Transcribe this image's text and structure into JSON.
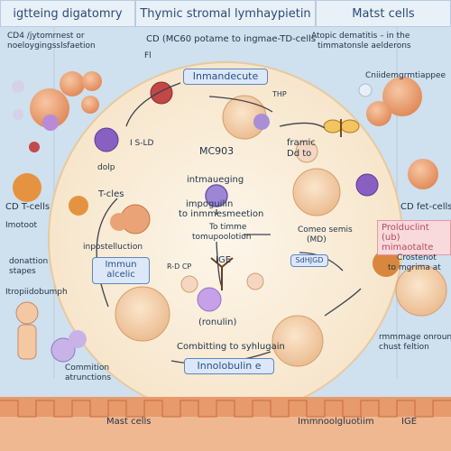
{
  "headers": {
    "left": "igtteing digatomry",
    "center": "Thymic stromal lymhaypietin",
    "right": "Matst cells"
  },
  "left_panel": {
    "top_text_1": "CD4 /jytomrnest or",
    "top_text_2": "noeloygingsslsfaetion",
    "cd_tcells": "CD T-cells",
    "imotoot": "Imotoot",
    "donattion_1": "donattion",
    "donattion_2": "stapes",
    "bottom_text": "Itropiidobumph",
    "commition_1": "Commition",
    "commition_2": "atrunctions"
  },
  "right_panel": {
    "top_text_1": "Atopic dematitis – in the",
    "top_text_2": "timmatonsle aelderons",
    "top_text_3": "Cniidemgrmtiappee",
    "cd_tcells": "CD fet-cells",
    "pink_1": "Prolduclint (ub)",
    "pink_2": "mimaotalte",
    "crostenot_1": "Crostenot",
    "crostenot_2": "to mgrima at",
    "bottom_1": "rmmmage onroun",
    "bottom_2": "chust feltion"
  },
  "center": {
    "cd_line": "CD (MC60 potame to ingmae-TD-cells",
    "f_label": "Fl",
    "immandecute": "Inmandecute",
    "ils_text": "I S-LD",
    "thp": "THP",
    "dolp": "dolp",
    "mc903": "MC903",
    "framic_1": "framic",
    "framic_2": "Dd to",
    "intmaueging": "intmaueging",
    "tcells": "T-cles",
    "impo_1": "impoguilin",
    "impo_2": "to inmmesmeetion",
    "inpos": "inpostelluction",
    "comeo_1": "Comeo semis",
    "comeo_2": "(MD)",
    "to_timme_1": "To timme",
    "to_timme_2": "tomupoolotion",
    "immun_1": "Immun",
    "immun_2": "alcelic",
    "rdcp": "R-D CP",
    "ige_top": "IGE",
    "sdhjgd": "SdHJGD",
    "ronulin": "(ronulin)",
    "combitting": "Combitting to syhlugain",
    "innolobulin": "Innolobulin e",
    "bottom_mast": "Mast cells",
    "bottom_immuno": "Immnoolgluotiim",
    "bottom_ige": "IGE"
  },
  "colors": {
    "background": "#cfe0ee",
    "circle_fill": "#fbf1e1",
    "header_text": "#2b4c74",
    "accent_blue": "#5c86c0",
    "tissue_orange": "#e79a6b",
    "pink_label": "#b24c5c"
  }
}
